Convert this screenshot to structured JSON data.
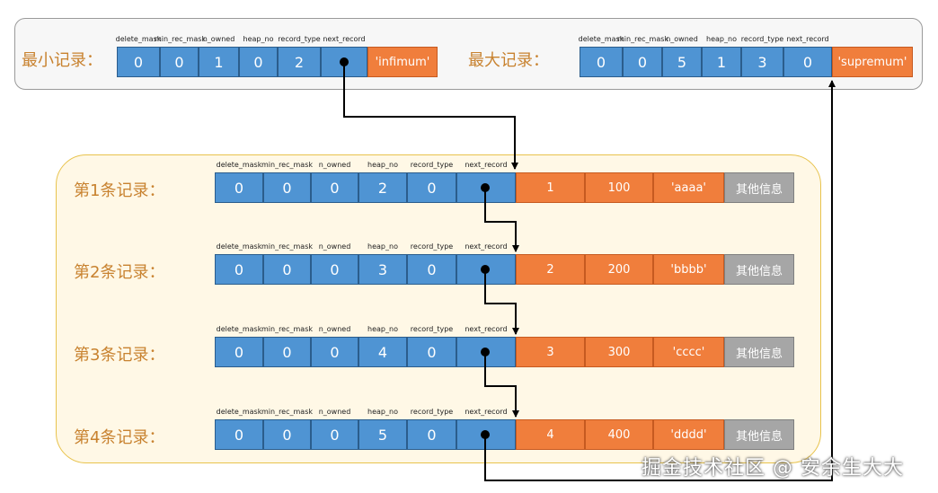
{
  "headers": [
    "delete_mask",
    "min_rec_mask",
    "n_owned",
    "heap_no",
    "record_type",
    "next_record"
  ],
  "infimum": {
    "label": "最小记录：",
    "values": [
      "0",
      "0",
      "1",
      "0",
      "2",
      ""
    ],
    "name": "'infimum'"
  },
  "supremum": {
    "label": "最大记录：",
    "values": [
      "0",
      "0",
      "5",
      "1",
      "3",
      "0"
    ],
    "name": "'supremum'"
  },
  "records": [
    {
      "label": "第1条记录：",
      "values": [
        "0",
        "0",
        "0",
        "2",
        "0",
        ""
      ],
      "data": [
        "1",
        "100",
        "'aaaa'"
      ],
      "other": "其他信息"
    },
    {
      "label": "第2条记录：",
      "values": [
        "0",
        "0",
        "0",
        "3",
        "0",
        ""
      ],
      "data": [
        "2",
        "200",
        "'bbbb'"
      ],
      "other": "其他信息"
    },
    {
      "label": "第3条记录：",
      "values": [
        "0",
        "0",
        "0",
        "4",
        "0",
        ""
      ],
      "data": [
        "3",
        "300",
        "'cccc'"
      ],
      "other": "其他信息"
    },
    {
      "label": "第4条记录：",
      "values": [
        "0",
        "0",
        "0",
        "5",
        "0",
        ""
      ],
      "data": [
        "4",
        "400",
        "'dddd'"
      ],
      "other": "其他信息"
    }
  ],
  "watermark": "掘金技术社区 @ 安余生大大",
  "colors": {
    "header_blue": "#4f94d3",
    "data_orange": "#f07e3c",
    "other_gray": "#a6a6a6",
    "label_brown": "#c8822f",
    "panel_border_gold": "#e8c34d"
  }
}
